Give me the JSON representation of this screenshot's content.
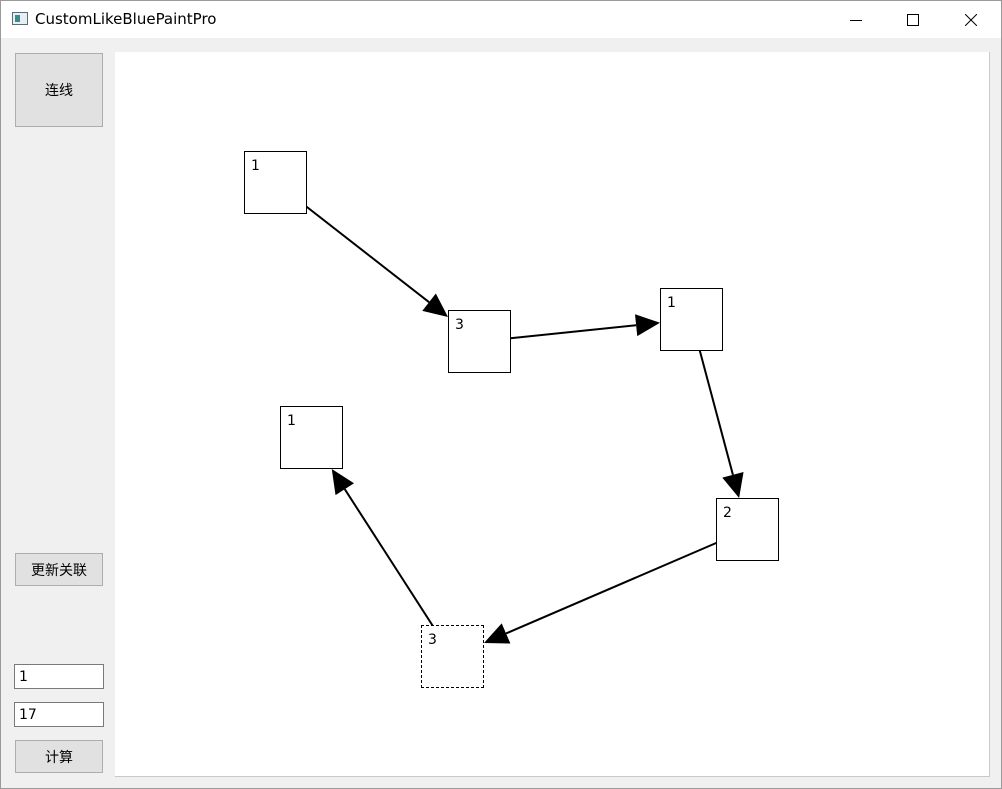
{
  "window": {
    "title": "CustomLikeBluePaintPro",
    "controls": [
      "minimize-icon",
      "maximize-icon",
      "close-icon"
    ]
  },
  "toolbar": {
    "connect_label": "连线",
    "update_label": "更新关联",
    "input_a": "1",
    "input_b": "17",
    "compute_label": "计算"
  },
  "canvas": {
    "nodes": [
      {
        "id": "n1",
        "label": "1",
        "selected": false
      },
      {
        "id": "n2",
        "label": "3",
        "selected": false
      },
      {
        "id": "n3",
        "label": "1",
        "selected": false
      },
      {
        "id": "n4",
        "label": "2",
        "selected": false
      },
      {
        "id": "n5",
        "label": "3",
        "selected": true
      },
      {
        "id": "n6",
        "label": "1",
        "selected": false
      }
    ],
    "links": [
      {
        "from": "n1",
        "to": "n2"
      },
      {
        "from": "n2",
        "to": "n3"
      },
      {
        "from": "n3",
        "to": "n4"
      },
      {
        "from": "n4",
        "to": "n5"
      },
      {
        "from": "n5",
        "to": "n6"
      }
    ]
  }
}
